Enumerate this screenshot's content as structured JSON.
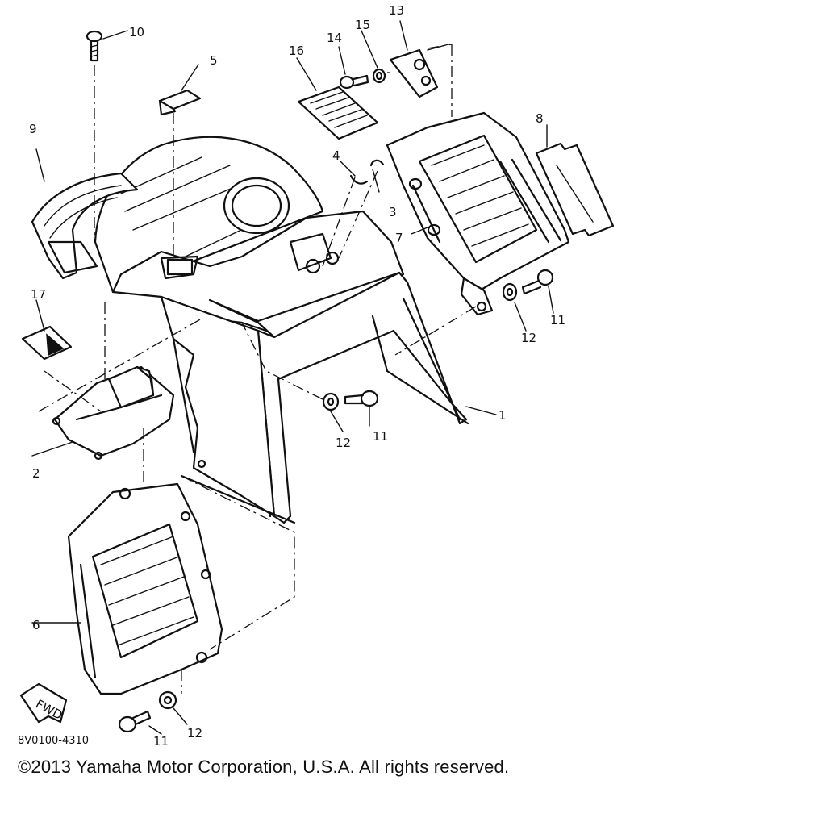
{
  "callouts": [
    {
      "id": "c1",
      "label": "1"
    },
    {
      "id": "c2",
      "label": "2"
    },
    {
      "id": "c3",
      "label": "3"
    },
    {
      "id": "c4",
      "label": "4"
    },
    {
      "id": "c5",
      "label": "5"
    },
    {
      "id": "c6",
      "label": "6"
    },
    {
      "id": "c7",
      "label": "7"
    },
    {
      "id": "c8",
      "label": "8"
    },
    {
      "id": "c9",
      "label": "9"
    },
    {
      "id": "c10",
      "label": "10"
    },
    {
      "id": "c11a",
      "label": "11"
    },
    {
      "id": "c11b",
      "label": "11"
    },
    {
      "id": "c11c",
      "label": "11"
    },
    {
      "id": "c12a",
      "label": "12"
    },
    {
      "id": "c12b",
      "label": "12"
    },
    {
      "id": "c12c",
      "label": "12"
    },
    {
      "id": "c13",
      "label": "13"
    },
    {
      "id": "c14",
      "label": "14"
    },
    {
      "id": "c15",
      "label": "15"
    },
    {
      "id": "c16",
      "label": "16"
    },
    {
      "id": "c17",
      "label": "17"
    }
  ],
  "fwd_label": "FWD",
  "drawing_code": "8V0100-4310",
  "copyright": "©2013 Yamaha Motor Corporation, U.S.A. All rights reserved."
}
